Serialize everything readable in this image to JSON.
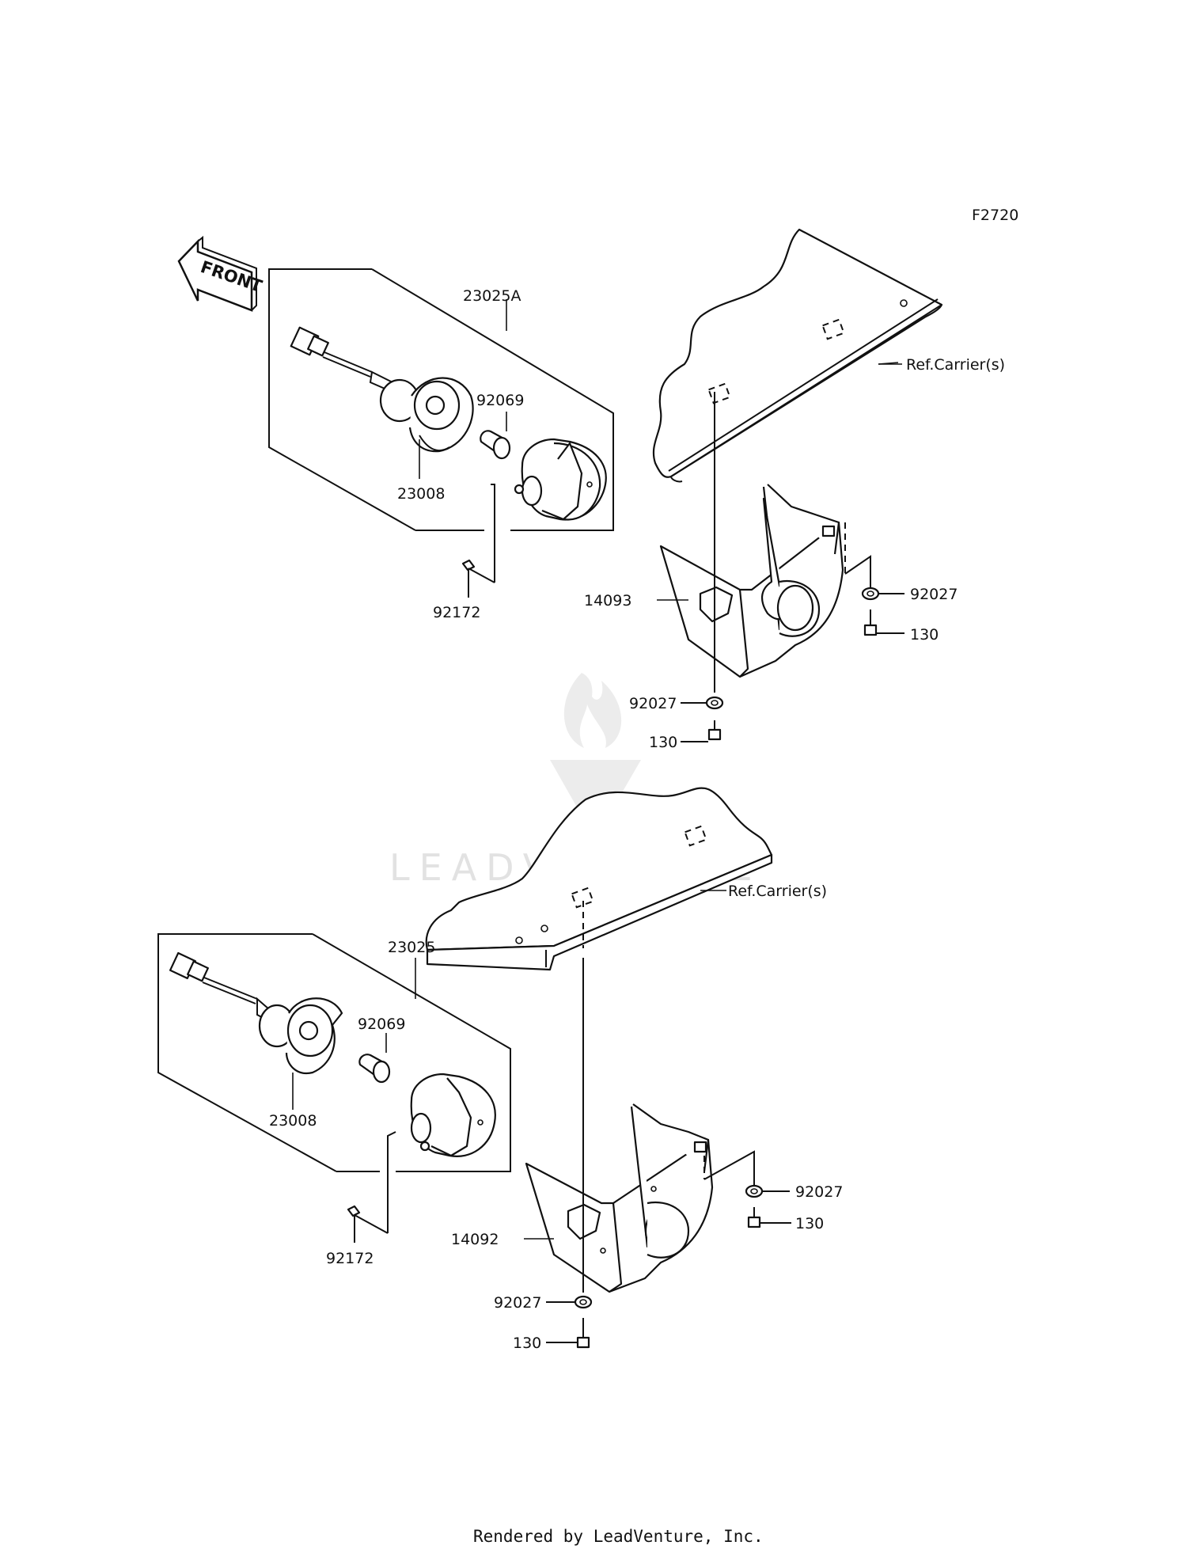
{
  "diagram": {
    "code": "F2720",
    "front_label": "FRONT",
    "watermark": "LEADVENTURE",
    "footer": "Rendered by LeadVenture, Inc.",
    "upper": {
      "assembly": "23025A",
      "socket": "23008",
      "bulb": "92069",
      "screw": "92172",
      "bracket": "14093",
      "washer_side": "92027",
      "bolt_side": "130",
      "washer_bottom": "92027",
      "bolt_bottom": "130",
      "carrier_ref": "Ref.Carrier(s)"
    },
    "lower": {
      "assembly": "23025",
      "socket": "23008",
      "bulb": "92069",
      "screw": "92172",
      "bracket": "14092",
      "washer_side": "92027",
      "bolt_side": "130",
      "washer_bottom": "92027",
      "bolt_bottom": "130",
      "carrier_ref": "Ref.Carrier(s)"
    }
  }
}
